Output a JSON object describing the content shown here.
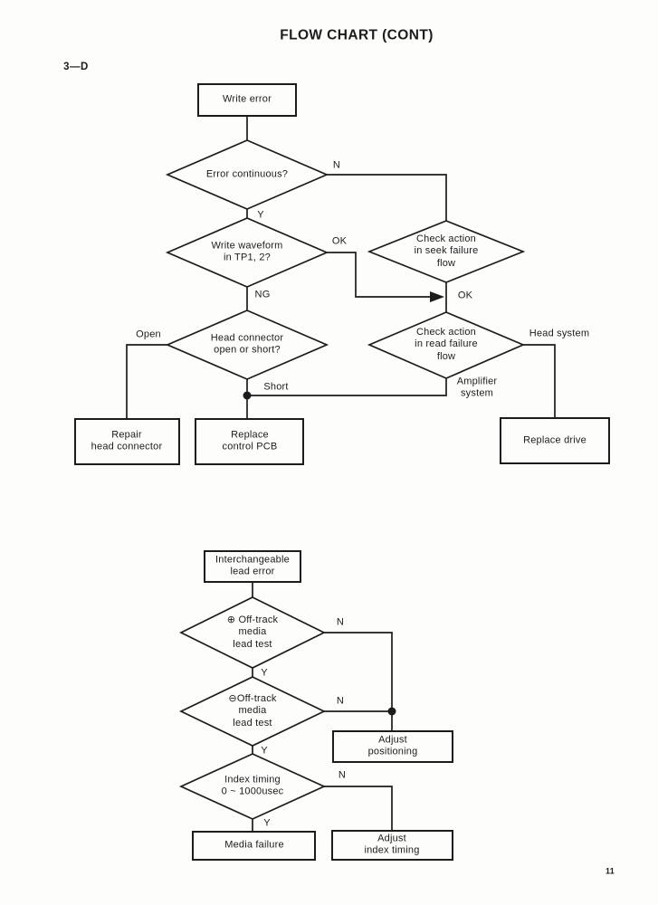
{
  "page": {
    "title": "FLOW CHART (CONT)",
    "section_label": "3—D",
    "page_number": "11"
  },
  "chart1": {
    "write_error": "Write error",
    "error_continuous": "Error continuous?",
    "write_waveform": "Write waveform\nin TP1, 2?",
    "seek_failure": "Check action\nin seek failure\nflow",
    "head_connector": "Head connector\nopen or short?",
    "read_failure": "Check action\nin read failure\nflow",
    "repair_head_connector": "Repair\nhead connector",
    "replace_control_pcb": "Replace\ncontrol PCB",
    "replace_drive": "Replace drive",
    "labels": {
      "n": "N",
      "y": "Y",
      "ok": "OK",
      "ng": "NG",
      "ok_junction": "OK",
      "open": "Open",
      "short": "Short",
      "head_system": "Head system",
      "amplifier_system": "Amplifier\nsystem"
    }
  },
  "chart2": {
    "interchangeable_lead_error": "Interchangeable\nlead error",
    "offtrack_plus": "⊕ Off-track\nmedia\nlead test",
    "offtrack_minus": "⊖Off-track\nmedia\nlead test",
    "index_timing": "Index timing\n0 ~ 1000usec",
    "adjust_positioning": "Adjust\npositioning",
    "media_failure": "Media failure",
    "adjust_index_timing": "Adjust\nindex timing",
    "labels": {
      "n1": "N",
      "y1": "Y",
      "n2": "N",
      "y2": "Y",
      "n3": "N",
      "y3": "Y"
    }
  }
}
